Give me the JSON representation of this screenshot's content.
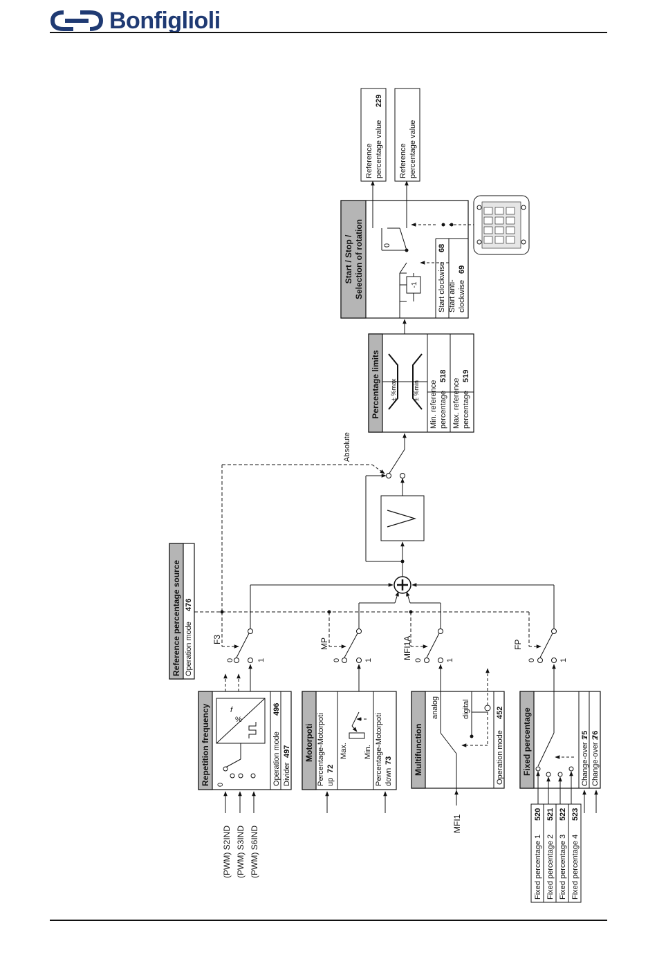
{
  "brand": {
    "name": "Bonfiglioli",
    "color": "#1f3a73"
  },
  "blocks": {
    "source": {
      "title": "Reference percentage source",
      "mode_label": "Operation mode",
      "mode_no": "476"
    },
    "repetition": {
      "title": "Repetition frequency",
      "line1": "Operation mode",
      "line1_no": "496",
      "line2": "Divider",
      "line2_no": "497",
      "sym_top": "f",
      "sym_bottom": "%"
    },
    "motorpoti": {
      "title": "Motorpoti",
      "up_a": "Percentage-Motorpoti",
      "up_b": "up",
      "up_no": "72",
      "down_a": "Percentage-Motorpoti",
      "down_b": "down",
      "down_no": "73",
      "max": "Max.",
      "min": "Min."
    },
    "multifunction": {
      "title": "Multifunction",
      "analog": "analog",
      "digital": "digital",
      "mode_label": "Operation mode",
      "mode_no": "452"
    },
    "fixed": {
      "title": "Fixed percentage",
      "co1": "Change-over 1",
      "co1_no": "75",
      "co2": "Change-over 2",
      "co2_no": "76"
    },
    "limits": {
      "title": "Percentage limits",
      "min_a": "Min. reference",
      "min_b": "percentage",
      "min_no": "518",
      "max_a": "Max. reference",
      "max_b": "percentage",
      "max_no": "519",
      "sym_max": "± %max",
      "sym_min": "± %min"
    },
    "startstop": {
      "title_a": "Start / Stop /",
      "title_b": "Selection of rotation",
      "cw": "Start clockwise",
      "cw_no": "68",
      "acw_a": "Start anti-",
      "acw_b": "clockwise",
      "acw_no": "69",
      "inv": "-1",
      "zero": "0"
    }
  },
  "outputs": {
    "out1_a": "Reference",
    "out1_b": "percentage value",
    "out1_no": "229",
    "out2_a": "Reference",
    "out2_b": "percentage value"
  },
  "inputs": {
    "pwm1": "(PWM) S2IND",
    "pwm2": "(PWM) S3IND",
    "pwm3": "(PWM) S6IND",
    "mfi": "MFI1"
  },
  "fixed_inputs": [
    {
      "label": "Fixed percentage 1",
      "no": "520"
    },
    {
      "label": "Fixed percentage 2",
      "no": "521"
    },
    {
      "label": "Fixed percentage 3",
      "no": "522"
    },
    {
      "label": "Fixed percentage 4",
      "no": "523"
    }
  ],
  "switches": {
    "f3": "F3",
    "mp": "MP",
    "mfi1a": "MFI1A",
    "fp": "FP",
    "zero": "0",
    "one": "1",
    "absolute": "Absolute"
  }
}
